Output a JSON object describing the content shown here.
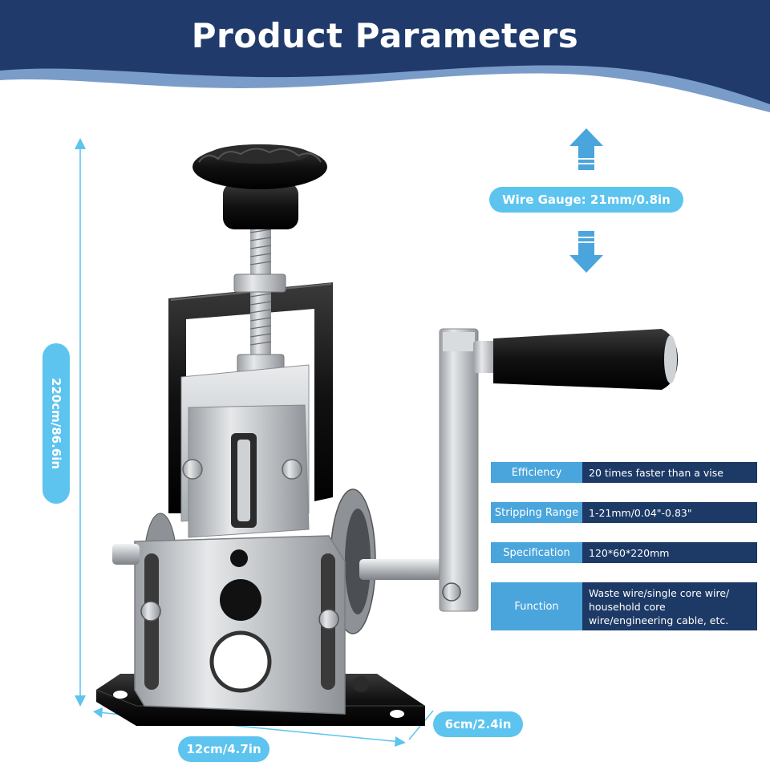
{
  "header": {
    "title": "Product Parameters"
  },
  "dimensions": {
    "height_label": "220cm/86.6in",
    "width_label": "12cm/4.7in",
    "depth_label": "6cm/2.4in",
    "wire_gauge_label": "Wire Gauge: 21mm/0.8in"
  },
  "specs": [
    {
      "label": "Efficiency",
      "value": "20 times faster than a vise"
    },
    {
      "label": "Stripping Range",
      "value": "1-21mm/0.04\"-0.83\""
    },
    {
      "label": "Specification",
      "value": "120*60*220mm"
    },
    {
      "label": "Function",
      "value": "Waste wire/single core wire/ household core wire/engineering cable, etc."
    }
  ],
  "colors": {
    "banner_navy": "#1f3a6b",
    "banner_wave": "#7a9cc8",
    "accent_cyan": "#5cc4ee",
    "label_blue": "#4aa5dc",
    "value_navy": "#1d3a66"
  }
}
